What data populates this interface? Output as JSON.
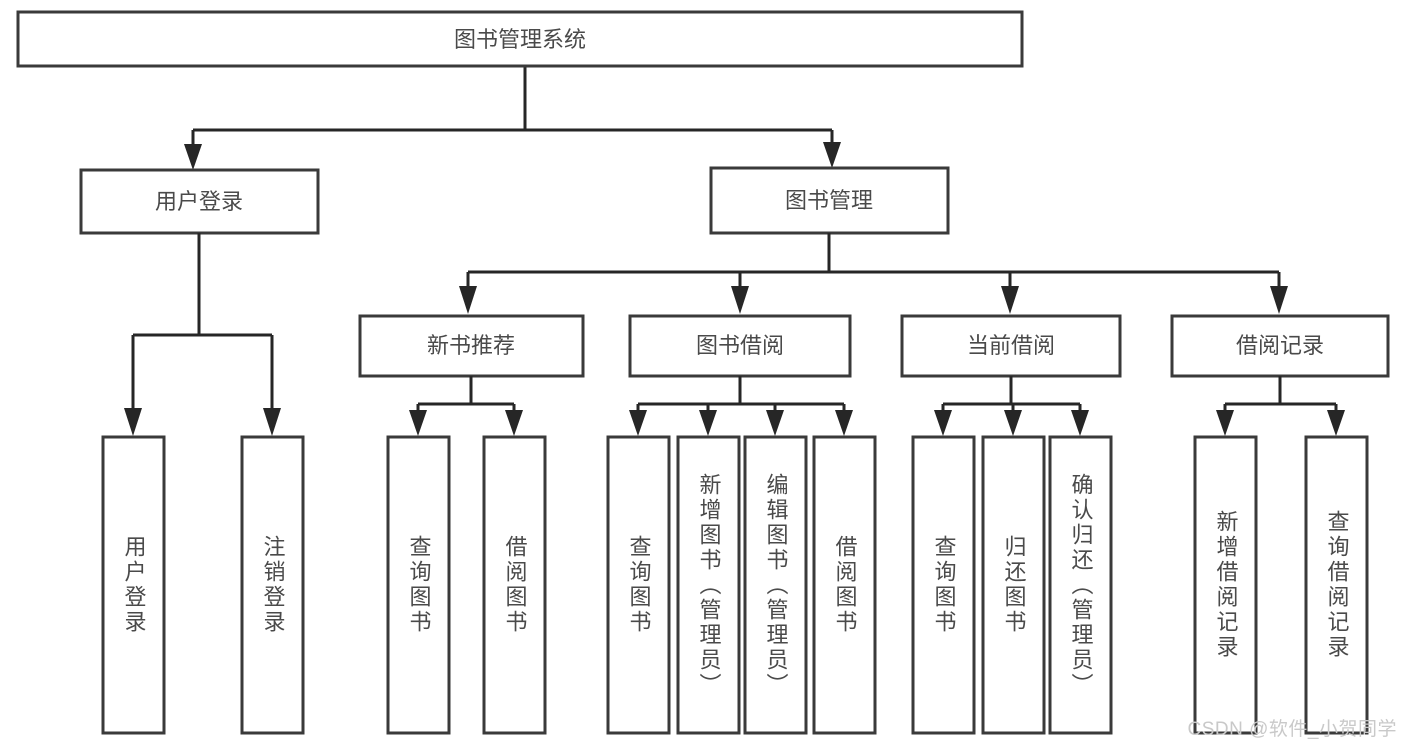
{
  "diagram": {
    "title": "图书管理系统",
    "type": "tree",
    "theme": {
      "box_stroke": "#3a3a3a",
      "connector": "#262626",
      "text": "#4a4a4a",
      "background": "#ffffff",
      "watermark_color": "#c9c9c9"
    },
    "root": {
      "label": "图书管理系统"
    },
    "level1": [
      {
        "label": "用户登录"
      },
      {
        "label": "图书管理"
      }
    ],
    "level2": [
      {
        "label": "新书推荐"
      },
      {
        "label": "图书借阅"
      },
      {
        "label": "当前借阅"
      },
      {
        "label": "借阅记录"
      }
    ],
    "leaves": {
      "user_login": [
        {
          "label": "用户登录"
        },
        {
          "label": "注销登录"
        }
      ],
      "new_book_recommend": [
        {
          "label": "查询图书"
        },
        {
          "label": "借阅图书"
        }
      ],
      "book_borrow": [
        {
          "label": "查询图书"
        },
        {
          "label": "新增图书（管理员）"
        },
        {
          "label": "编辑图书（管理员）"
        },
        {
          "label": "借阅图书"
        }
      ],
      "current_borrow": [
        {
          "label": "查询图书"
        },
        {
          "label": "归还图书"
        },
        {
          "label": "确认归还（管理员）"
        }
      ],
      "borrow_record": [
        {
          "label": "新增借阅记录"
        },
        {
          "label": "查询借阅记录"
        }
      ]
    }
  },
  "watermark": {
    "text": "CSDN @软件_小贺同学"
  }
}
